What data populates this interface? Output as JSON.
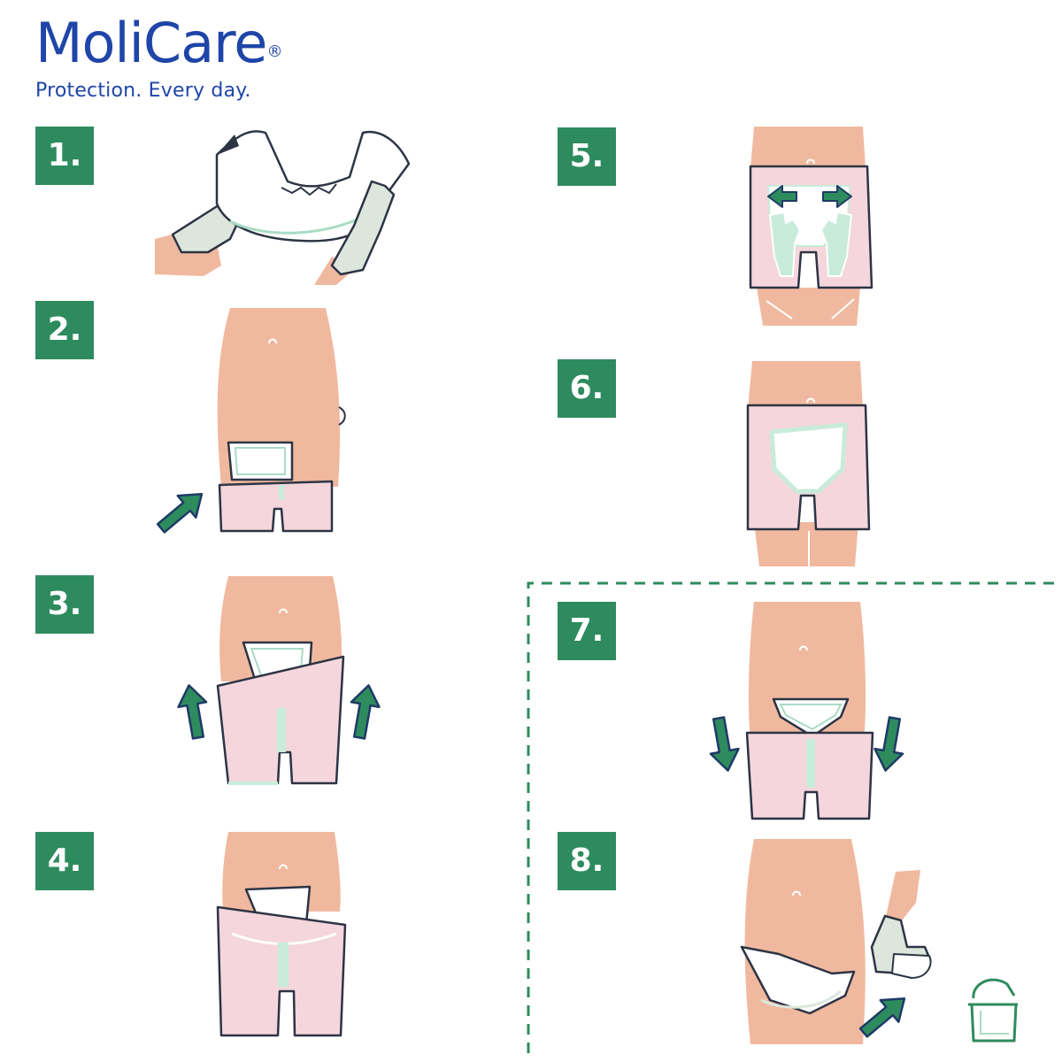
{
  "brand": {
    "name": "MoliCare",
    "registered": "®",
    "tagline": "Protection. Every day."
  },
  "steps": [
    {
      "label": "1."
    },
    {
      "label": "2."
    },
    {
      "label": "3."
    },
    {
      "label": "4."
    },
    {
      "label": "5."
    },
    {
      "label": "6."
    },
    {
      "label": "7."
    },
    {
      "label": "8."
    }
  ],
  "colors": {
    "brand_blue": "#1f45a8",
    "badge_green": "#2e8b5e",
    "skin": "#f0b99f",
    "pants_pink": "#f4d6dc",
    "pad_mint": "#c8ecd9",
    "outline": "#2d3444"
  }
}
